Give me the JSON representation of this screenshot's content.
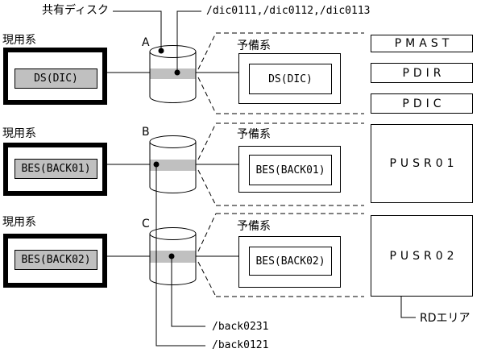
{
  "colors": {
    "band_gray": "#c0c0c0",
    "line": "#000000",
    "background": "#ffffff"
  },
  "top_labels": {
    "shared_disk": "共有ディスク",
    "dic_files": "/dic0111,/dic0112,/dic0113"
  },
  "bottom_labels": {
    "back0231": "/back0231",
    "back0121": "/back0121",
    "rd_area": "RDエリア"
  },
  "rows": [
    {
      "active_label": "現用系",
      "active_server": "DS(DIC)",
      "disk_letter": "A",
      "standby_label": "予備系",
      "standby_server": "DS(DIC)",
      "rd_areas": [
        "PMAST",
        "PDIR",
        "PDIC"
      ]
    },
    {
      "active_label": "現用系",
      "active_server": "BES(BACK01)",
      "disk_letter": "B",
      "standby_label": "予備系",
      "standby_server": "BES(BACK01)",
      "rd_areas": [
        "PUSR01"
      ]
    },
    {
      "active_label": "現用系",
      "active_server": "BES(BACK02)",
      "disk_letter": "C",
      "standby_label": "予備系",
      "standby_server": "BES(BACK02)",
      "rd_areas": [
        "PUSR02"
      ]
    }
  ]
}
